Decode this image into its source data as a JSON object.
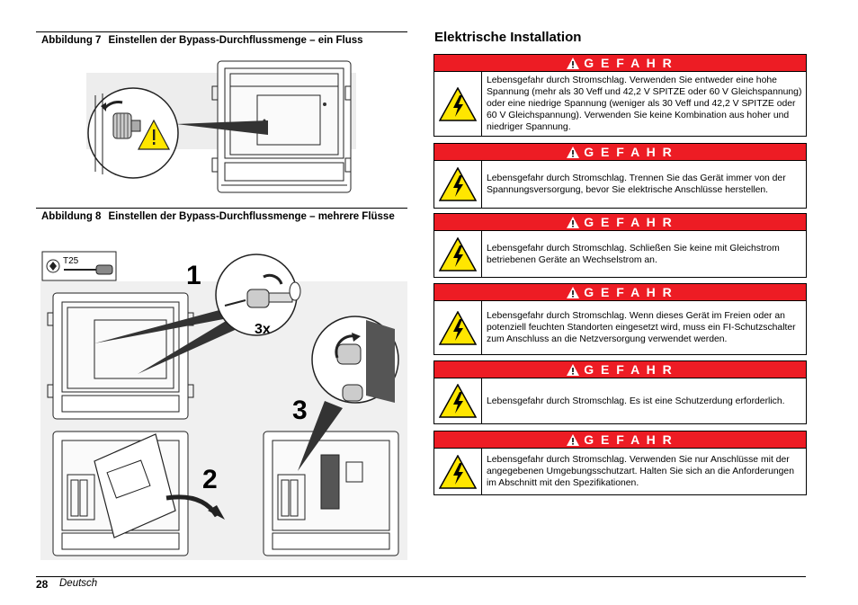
{
  "figure7": {
    "label": "Abbildung 7",
    "title": "Einstellen der Bypass-Durchflussmenge – ein Fluss"
  },
  "figure8": {
    "label": "Abbildung 8",
    "title": "Einstellen der Bypass-Durchflussmenge – mehrere Flüsse",
    "tool_label": "T25",
    "step1": "1",
    "step2": "2",
    "step3": "3",
    "count_label": "3x"
  },
  "section": {
    "title": "Elektrische Installation"
  },
  "warnings": [
    {
      "header": "G E F A H R",
      "text": "Lebensgefahr durch Stromschlag. Verwenden Sie entweder eine hohe Spannung (mehr als 30 Veff und 42,2 V SPITZE oder 60 V Gleichspannung) oder eine niedrige Spannung (weniger als 30 Veff und 42,2 V SPITZE oder 60 V Gleichspannung). Verwenden Sie keine Kombination aus hoher und niedriger Spannung."
    },
    {
      "header": "G E F A H R",
      "text": "Lebensgefahr durch Stromschlag. Trennen Sie das Gerät immer von der Spannungsversorgung, bevor Sie elektrische Anschlüsse herstellen."
    },
    {
      "header": "G E F A H R",
      "text": "Lebensgefahr durch Stromschlag. Schließen Sie keine mit Gleichstrom betriebenen Geräte an Wechselstrom an."
    },
    {
      "header": "G E F A H R",
      "text": "Lebensgefahr durch Stromschlag. Wenn dieses Gerät im Freien oder an potenziell feuchten Standorten eingesetzt wird, muss ein FI-Schutzschalter zum Anschluss an die Netzversorgung verwendet werden."
    },
    {
      "header": "G E F A H R",
      "text": "Lebensgefahr durch Stromschlag. Es ist eine Schutzerdung erforderlich."
    },
    {
      "header": "G E F A H R",
      "text": "Lebensgefahr durch Stromschlag. Verwenden Sie nur Anschlüsse mit der angegebenen Umgebungsschutzart. Halten Sie sich an die Anforderungen im Abschnitt mit den Spezifikationen."
    }
  ],
  "footer": {
    "page_number": "28",
    "language": "Deutsch"
  },
  "colors": {
    "danger_red": "#ed1c24",
    "hazard_yellow": "#ffe600"
  },
  "icons": [
    "warning-triangle-icon",
    "electric-shock-icon"
  ]
}
